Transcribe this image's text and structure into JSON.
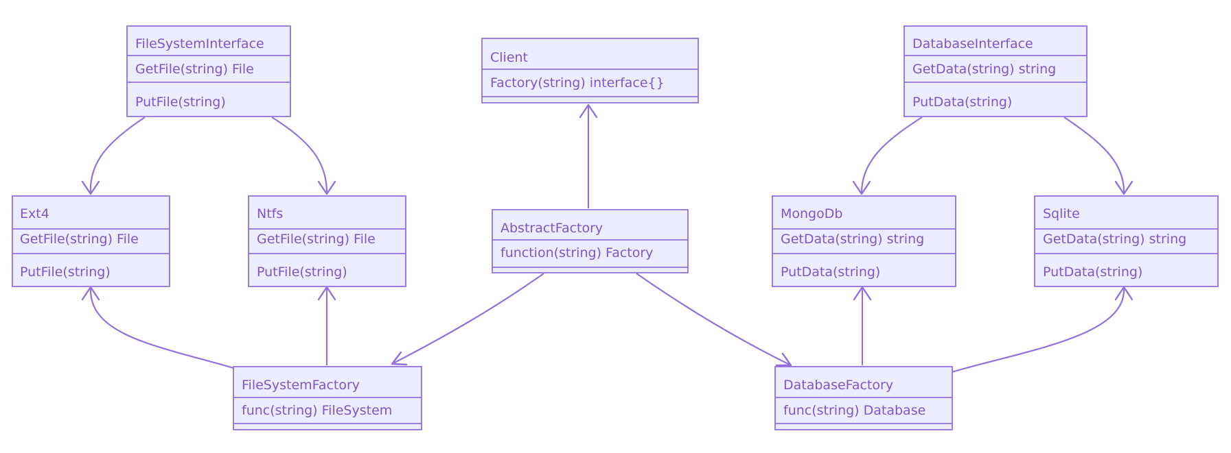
{
  "colors": {
    "box_fill": "#ECECFF",
    "line": "#9370DB",
    "text": "#8455C6"
  },
  "classes": {
    "filesysteminterface": {
      "name": "FileSystemInterface",
      "members": [
        "GetFile(string) File"
      ],
      "methods": [
        "PutFile(string)"
      ]
    },
    "client": {
      "name": "Client",
      "members": [
        "Factory(string) interface{}"
      ],
      "methods": []
    },
    "databaseinterface": {
      "name": "DatabaseInterface",
      "members": [
        "GetData(string) string"
      ],
      "methods": [
        "PutData(string)"
      ]
    },
    "ext4": {
      "name": "Ext4",
      "members": [
        "GetFile(string) File"
      ],
      "methods": [
        "PutFile(string)"
      ]
    },
    "ntfs": {
      "name": "Ntfs",
      "members": [
        "GetFile(string) File"
      ],
      "methods": [
        "PutFile(string)"
      ]
    },
    "abstractfactory": {
      "name": "AbstractFactory",
      "members": [
        "function(string) Factory"
      ],
      "methods": []
    },
    "mongodb": {
      "name": "MongoDb",
      "members": [
        "GetData(string) string"
      ],
      "methods": [
        "PutData(string)"
      ]
    },
    "sqlite": {
      "name": "Sqlite",
      "members": [
        "GetData(string) string"
      ],
      "methods": [
        "PutData(string)"
      ]
    },
    "filesystemfactory": {
      "name": "FileSystemFactory",
      "members": [
        "func(string) FileSystem"
      ],
      "methods": []
    },
    "databasefactory": {
      "name": "DatabaseFactory",
      "members": [
        "func(string) Database"
      ],
      "methods": []
    }
  },
  "relations": [
    {
      "from": "filesysteminterface",
      "to": "ext4"
    },
    {
      "from": "filesysteminterface",
      "to": "ntfs"
    },
    {
      "from": "databaseinterface",
      "to": "mongodb"
    },
    {
      "from": "databaseinterface",
      "to": "sqlite"
    },
    {
      "from": "abstractfactory",
      "to": "client"
    },
    {
      "from": "abstractfactory",
      "to": "filesystemfactory"
    },
    {
      "from": "abstractfactory",
      "to": "databasefactory"
    },
    {
      "from": "filesystemfactory",
      "to": "ext4"
    },
    {
      "from": "filesystemfactory",
      "to": "ntfs"
    },
    {
      "from": "databasefactory",
      "to": "mongodb"
    },
    {
      "from": "databasefactory",
      "to": "sqlite"
    }
  ]
}
